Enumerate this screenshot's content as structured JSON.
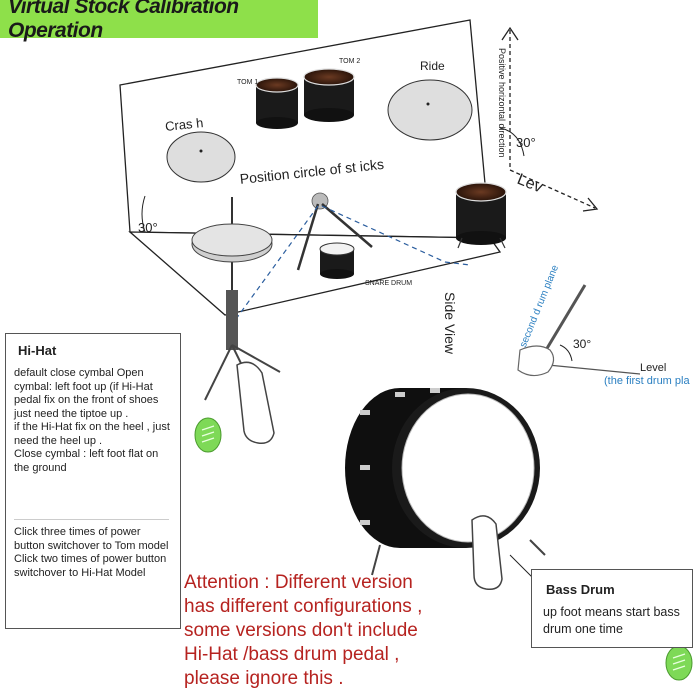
{
  "title": "Virtual Stock Calibration Operation",
  "labels": {
    "crash": "Cras h",
    "tom1": "TOM 1",
    "tom2": "TOM 2",
    "ride": "Ride",
    "position_circle": "Position circle of st icks",
    "snare": "SNARE DRUM",
    "side_view": "Side View",
    "positive_horizontal": "Positive horizontal direction",
    "angle_top": "30°",
    "angle_left": "30°",
    "angle_hand": "30°",
    "lev": "Lev",
    "second_plane": "second d rum plane",
    "level": "Level",
    "first_plane": "(the first drum pla"
  },
  "hihat_box": {
    "title": "Hi-Hat",
    "body": [
      "default close cymbal Open cymbal: left foot up (if Hi-Hat pedal fix on the front of shoes just need the tiptoe up .",
      "if the Hi-Hat fix on the heel , just need the heel up .",
      "Close cymbal : left foot flat on the ground"
    ],
    "click": [
      "Click three times of power button switchover to Tom model",
      "Click two times of power button switchover to Hi-Hat Model"
    ]
  },
  "bass_box": {
    "title": "Bass Drum",
    "body": "up foot means start bass drum one time"
  },
  "attention": [
    "Attention : Different version",
    "has different configurations ,",
    "some versions don't include",
    "Hi-Hat /bass drum pedal ,",
    "please ignore this ."
  ],
  "colors": {
    "title_bg": "#8ee04a",
    "attention_text": "#b62320",
    "sensor_green": "#7ed957",
    "annotation_blue": "#2a7fc1"
  },
  "icons": [
    "pedal-sensor-icon",
    "arrow-up-icon",
    "arrow-right-icon"
  ]
}
